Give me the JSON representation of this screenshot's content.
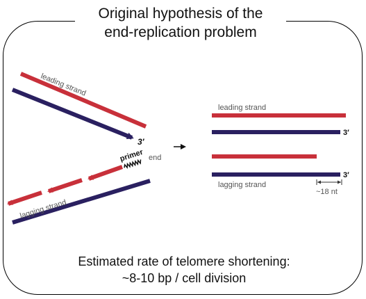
{
  "title": {
    "line1": "Original hypothesis of the",
    "line2": "end-replication problem"
  },
  "left_diagram": {
    "leading_label": "leading strand",
    "three_prime": "3′",
    "primer_label": "primer",
    "end_label": "end",
    "lagging_label": "lagging strand"
  },
  "right_diagram": {
    "leading_label": "leading strand",
    "three_prime_top": "3′",
    "three_prime_bottom": "3′",
    "lagging_label": "lagging strand",
    "gap_label": "~18 nt"
  },
  "caption": {
    "line1": "Estimated rate of telomere shortening:",
    "line2": "~8-10 bp / cell division"
  },
  "colors": {
    "red_strand": "#c8303a",
    "blue_strand": "#2a2060"
  }
}
